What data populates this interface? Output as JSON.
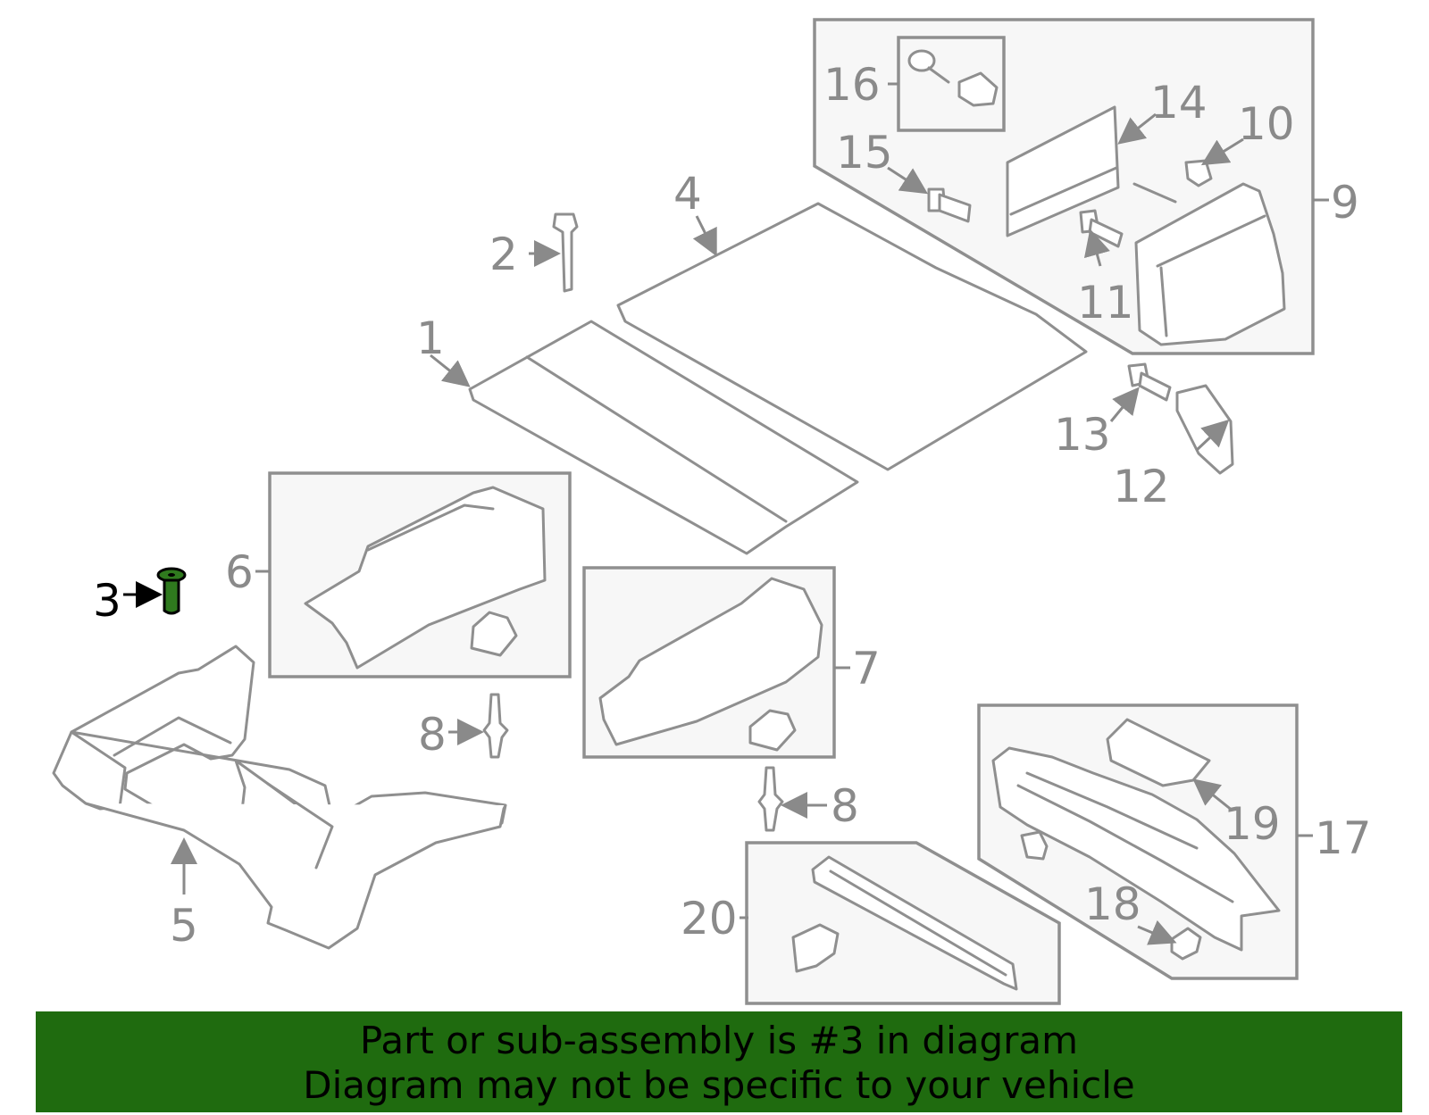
{
  "diagram": {
    "callouts": {
      "c1": "1",
      "c2": "2",
      "c3": "3",
      "c4": "4",
      "c5": "5",
      "c6": "6",
      "c7": "7",
      "c8a": "8",
      "c8b": "8",
      "c9": "9",
      "c10": "10",
      "c11": "11",
      "c12": "12",
      "c13": "13",
      "c14": "14",
      "c15": "15",
      "c16": "16",
      "c17": "17",
      "c18": "18",
      "c19": "19",
      "c20": "20"
    },
    "highlighted_part": "3"
  },
  "banner": {
    "line1": "Part or sub-assembly is #3 in diagram",
    "line2": "Diagram may not be specific to your vehicle"
  },
  "colors": {
    "banner_bg": "#1f6b0f",
    "highlight_part": "#2f7a1e",
    "line_gray": "#8f8f8f"
  }
}
